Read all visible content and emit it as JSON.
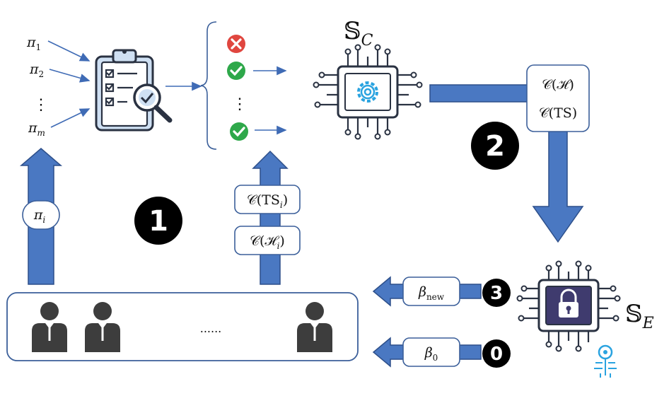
{
  "policies": {
    "items": [
      "π",
      "π",
      "π"
    ],
    "subscripts": [
      "1",
      "2",
      "m"
    ],
    "dots": "⋮"
  },
  "result_column": {
    "dots": "⋮"
  },
  "servers": {
    "compute": {
      "symbol": "𝕊",
      "sub": "C"
    },
    "enclave": {
      "symbol": "𝕊",
      "sub": "E"
    }
  },
  "flows": {
    "user_to_policy": {
      "main": "π",
      "sub": "i"
    },
    "ts_i": {
      "pre": "𝒞(TS",
      "sub": "i",
      "post": ")"
    },
    "h_i": {
      "pre": "𝒞(ℋ",
      "sub": "i",
      "post": ")"
    },
    "c_h": "𝒞(ℋ)",
    "c_ts": "𝒞(TS)",
    "beta_new": {
      "main": "β",
      "sub": "new"
    },
    "beta_0": {
      "main": "β",
      "sub": "0"
    }
  },
  "steps": {
    "s1": "1",
    "s2": "2",
    "s3": "3",
    "s0": "0"
  },
  "users": {
    "ellipsis": "......"
  },
  "icons": [
    "clipboard-check-icon",
    "cross-icon",
    "check-icon",
    "chip-gear-icon",
    "chip-lock-icon",
    "key-icon",
    "user-icon"
  ],
  "colors": {
    "arrow": "#4a78c2",
    "arrow_dark": "#2d4f8a",
    "panel_border": "#3b5f9a",
    "red": "#e0463f",
    "green": "#2ea84a",
    "chip": "#2a3242",
    "gear": "#2aa3e0"
  }
}
